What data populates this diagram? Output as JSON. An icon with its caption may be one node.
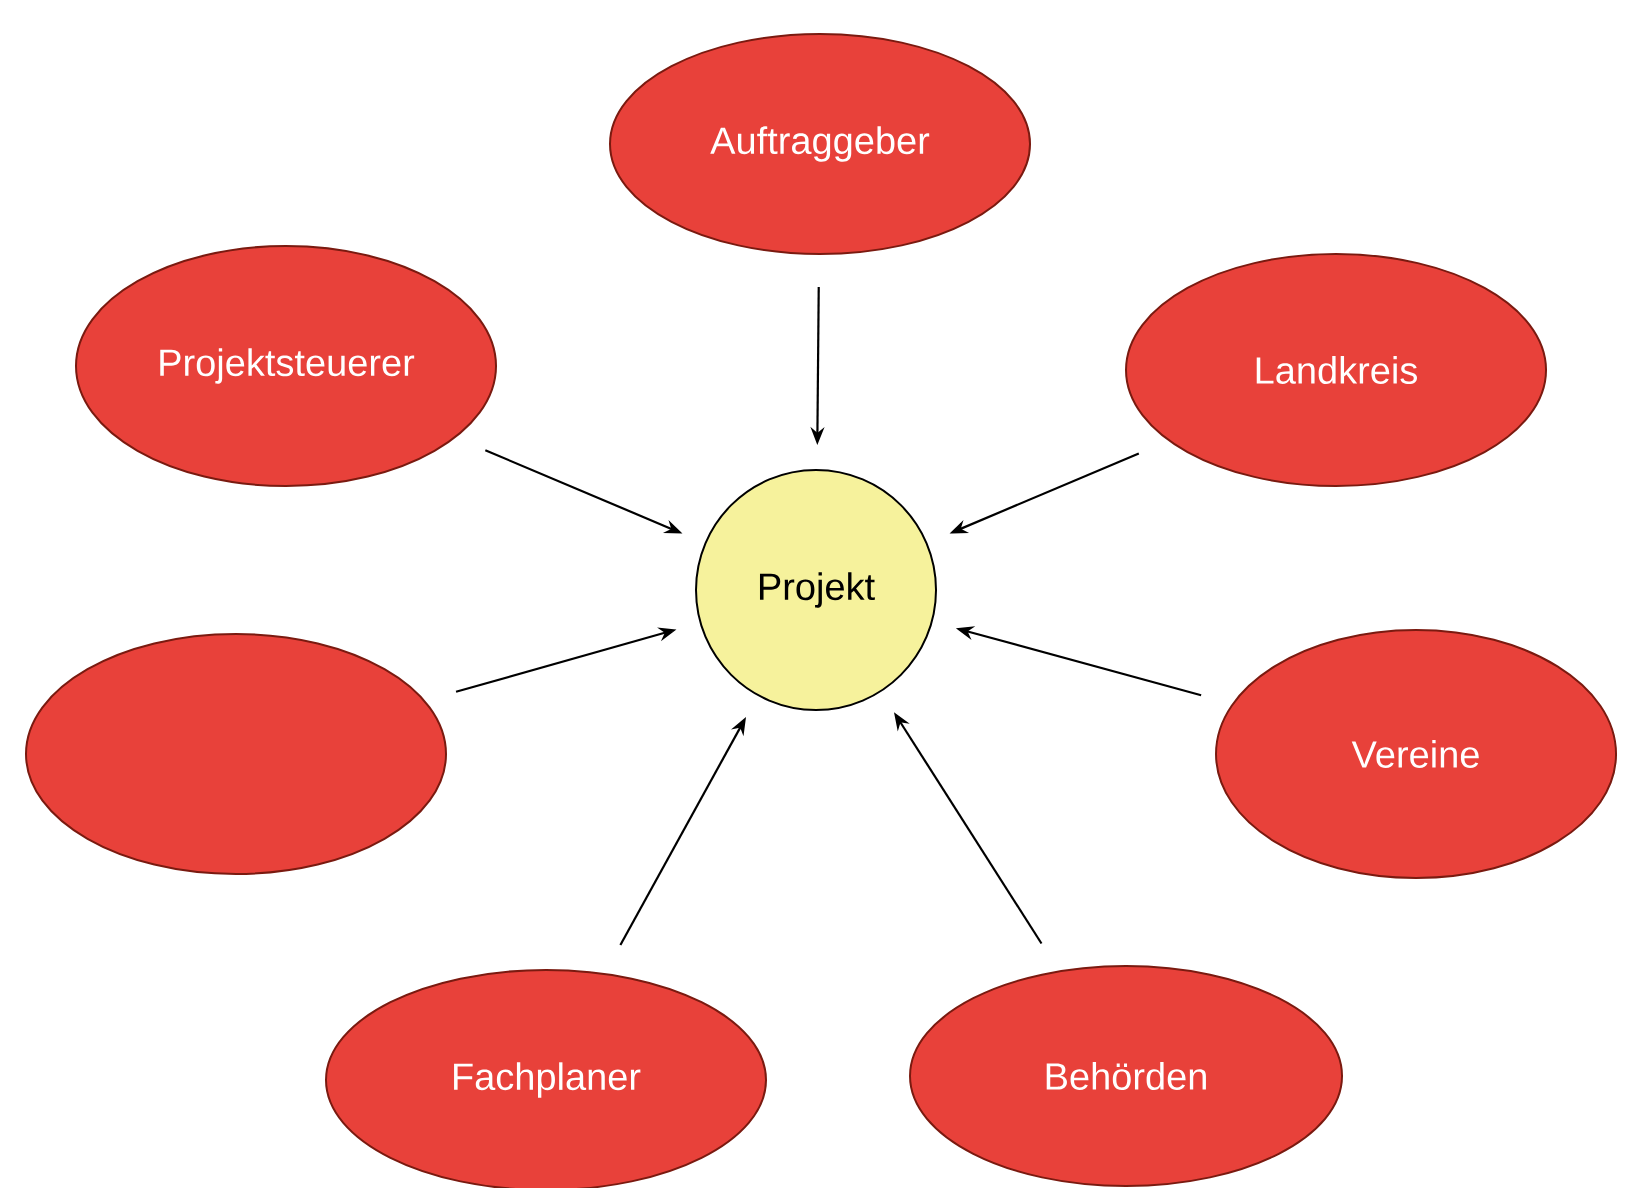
{
  "diagram": {
    "nodes": [
      {
        "text": [
          "Auftraggeber"
        ]
      },
      {
        "text": [
          "Projektsteuerer"
        ]
      },
      {
        "text": [
          "Landkreis"
        ]
      },
      {
        "text": [
          "Projekt"
        ]
      },
      {
        "text": [],
        "shape": "ellipse"
      },
      {
        "text": [
          "Vereine"
        ]
      },
      {
        "text": [
          "Fachplaner"
        ]
      },
      {
        "text": [
          "Behörden"
        ]
      }
    ],
    "edges": [
      {
        "from": 0,
        "to": 3,
        "arrow": "to"
      },
      {
        "from": 1,
        "to": 3,
        "arrow": "to"
      },
      {
        "from": 2,
        "to": 3,
        "arrow": "to"
      },
      {
        "from": 4,
        "to": 3,
        "arrow": "to"
      },
      {
        "from": 5,
        "to": 3,
        "arrow": "to"
      },
      {
        "from": 6,
        "to": 3,
        "arrow": "to"
      },
      {
        "from": 7,
        "to": 3,
        "arrow": "to"
      }
    ]
  }
}
